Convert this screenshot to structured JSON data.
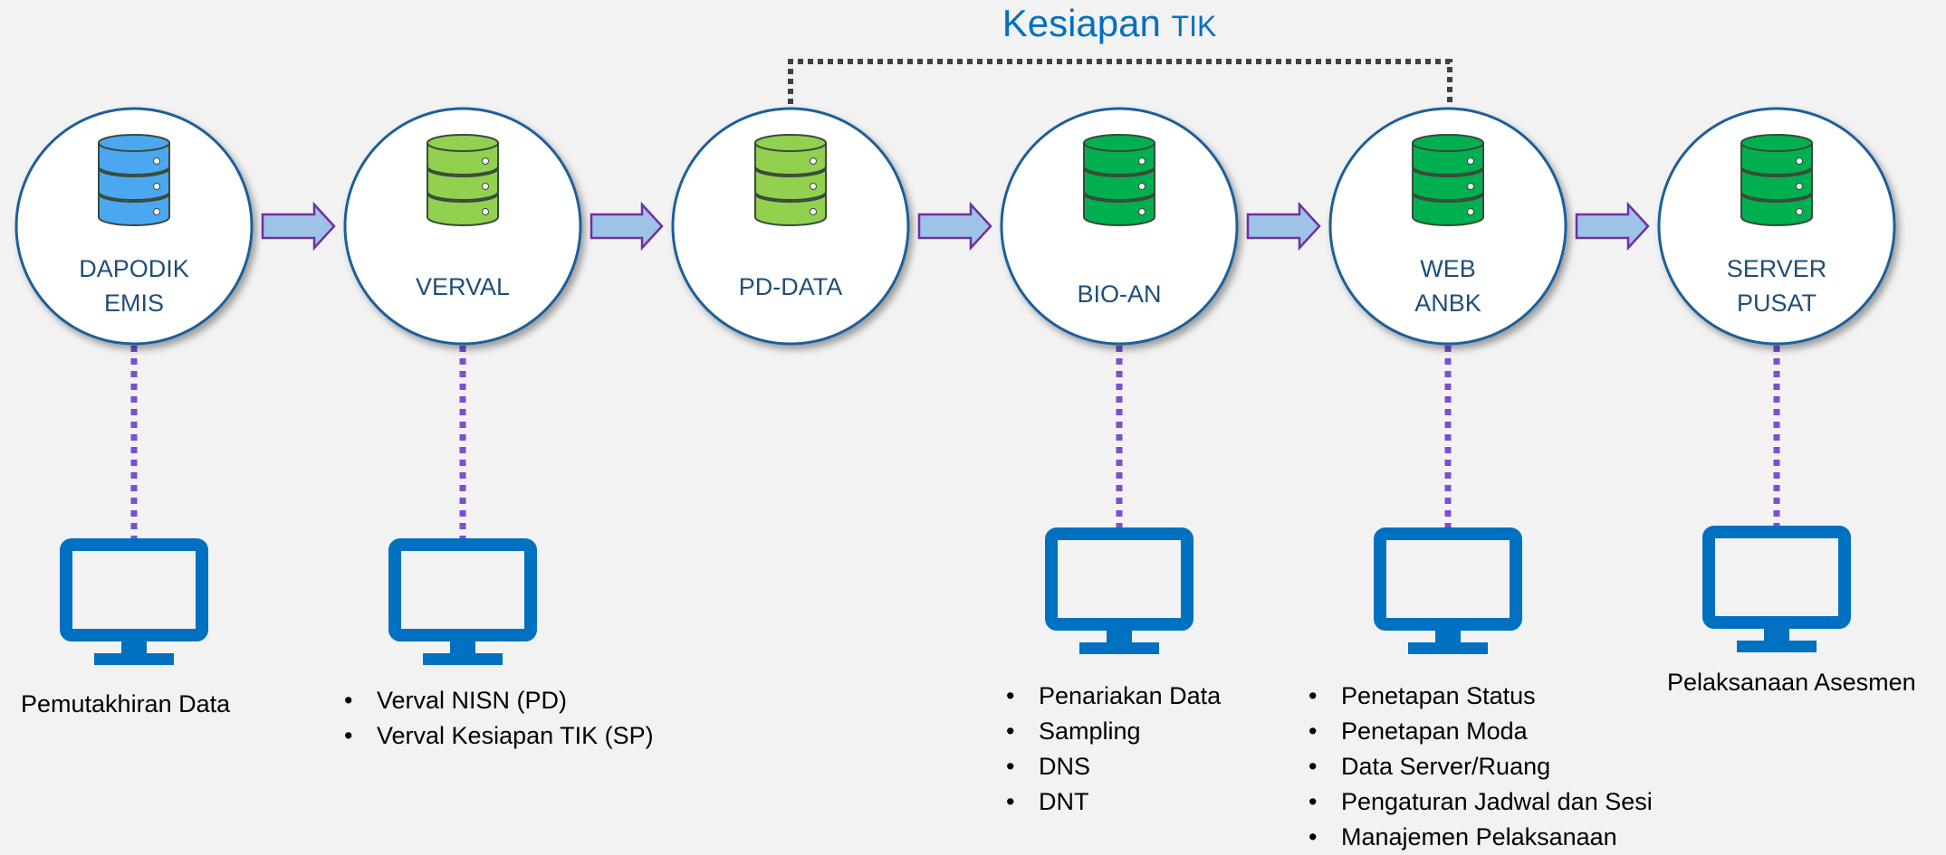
{
  "diagram": {
    "title": {
      "main": "Kesiapan",
      "sub": "TIK"
    },
    "colors": {
      "circle_stroke": "#1f5f9a",
      "circle_fill": "#ffffff",
      "arrow_fill": "#9dc3e6",
      "arrow_stroke": "#7030a0",
      "connector": "#7b4fd0",
      "bracket": "#404040",
      "monitor": "#0070c0",
      "db_blue": "#4ba8f0",
      "db_lightgreen": "#92d050",
      "db_green": "#00b050"
    },
    "nodes": [
      {
        "id": "dapodik",
        "label_lines": [
          "DAPODIK",
          "EMIS"
        ],
        "db_color": "db_blue",
        "has_monitor": true
      },
      {
        "id": "verval",
        "label_lines": [
          "VERVAL"
        ],
        "db_color": "db_lightgreen",
        "has_monitor": true
      },
      {
        "id": "pd-data",
        "label_lines": [
          "PD-DATA"
        ],
        "db_color": "db_lightgreen",
        "has_monitor": false
      },
      {
        "id": "bio-an",
        "label_lines": [
          "BIO-AN"
        ],
        "db_color": "db_green",
        "has_monitor": true
      },
      {
        "id": "web-anbk",
        "label_lines": [
          "WEB",
          "ANBK"
        ],
        "db_color": "db_green",
        "has_monitor": true
      },
      {
        "id": "server-pusat",
        "label_lines": [
          "SERVER",
          "PUSAT"
        ],
        "db_color": "db_green",
        "has_monitor": true
      }
    ],
    "captions": {
      "dapodik": "Pemutakhiran Data",
      "verval": [
        "Verval NISN (PD)",
        "Verval Kesiapan TIK (SP)"
      ],
      "bio-an": [
        "Penariakan Data",
        "Sampling",
        "DNS",
        "DNT"
      ],
      "web-anbk": [
        "Penetapan Status",
        "Penetapan Moda",
        "Data Server/Ruang",
        "Pengaturan Jadwal dan Sesi",
        "Manajemen Pelaksanaan"
      ],
      "server-pusat": "Pelaksanaan Asesmen"
    }
  }
}
